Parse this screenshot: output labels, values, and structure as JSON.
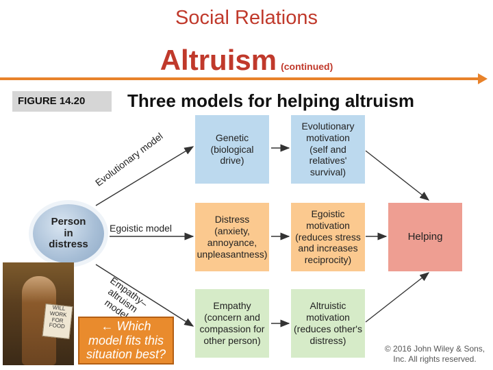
{
  "header": {
    "kicker": "Social Relations",
    "title": "Altruism",
    "title_suffix": "(continued)"
  },
  "figure": {
    "label": "FIGURE  14.20",
    "caption": "Three models for helping altruism"
  },
  "diagram": {
    "start_node": "Person\nin\ndistress",
    "models": {
      "evolutionary": "Evolutionary model",
      "egoistic": "Egoistic model",
      "empathy": "Empathy–altruism\nmodel"
    },
    "boxes": {
      "genetic": "Genetic\n(biological\ndrive)",
      "evolutionary_motivation": "Evolutionary\nmotivation\n(self and\nrelatives'\nsurvival)",
      "distress": "Distress\n(anxiety,\nannoyance,\nunpleasantness)",
      "egoistic_motivation": "Egoistic\nmotivation\n(reduces stress\nand increases\nreciprocity)",
      "empathy": "Empathy\n(concern and\ncompassion for\nother person)",
      "altruistic_motivation": "Altruistic\nmotivation\n(reduces other's\ndistress)",
      "helping": "Helping"
    },
    "colors": {
      "blue": "#bcd9ee",
      "orange": "#fbc98f",
      "green": "#d6ebc8",
      "pink": "#ee9e92"
    }
  },
  "callout": {
    "arrow_glyph": "←",
    "text": "Which\nmodel fits this\nsituation best?"
  },
  "photo_sign_text": "WILL\nWORK\nFOR\nFOOD",
  "copyright": "© 2016 John Wiley & Sons,\nInc. All rights reserved."
}
